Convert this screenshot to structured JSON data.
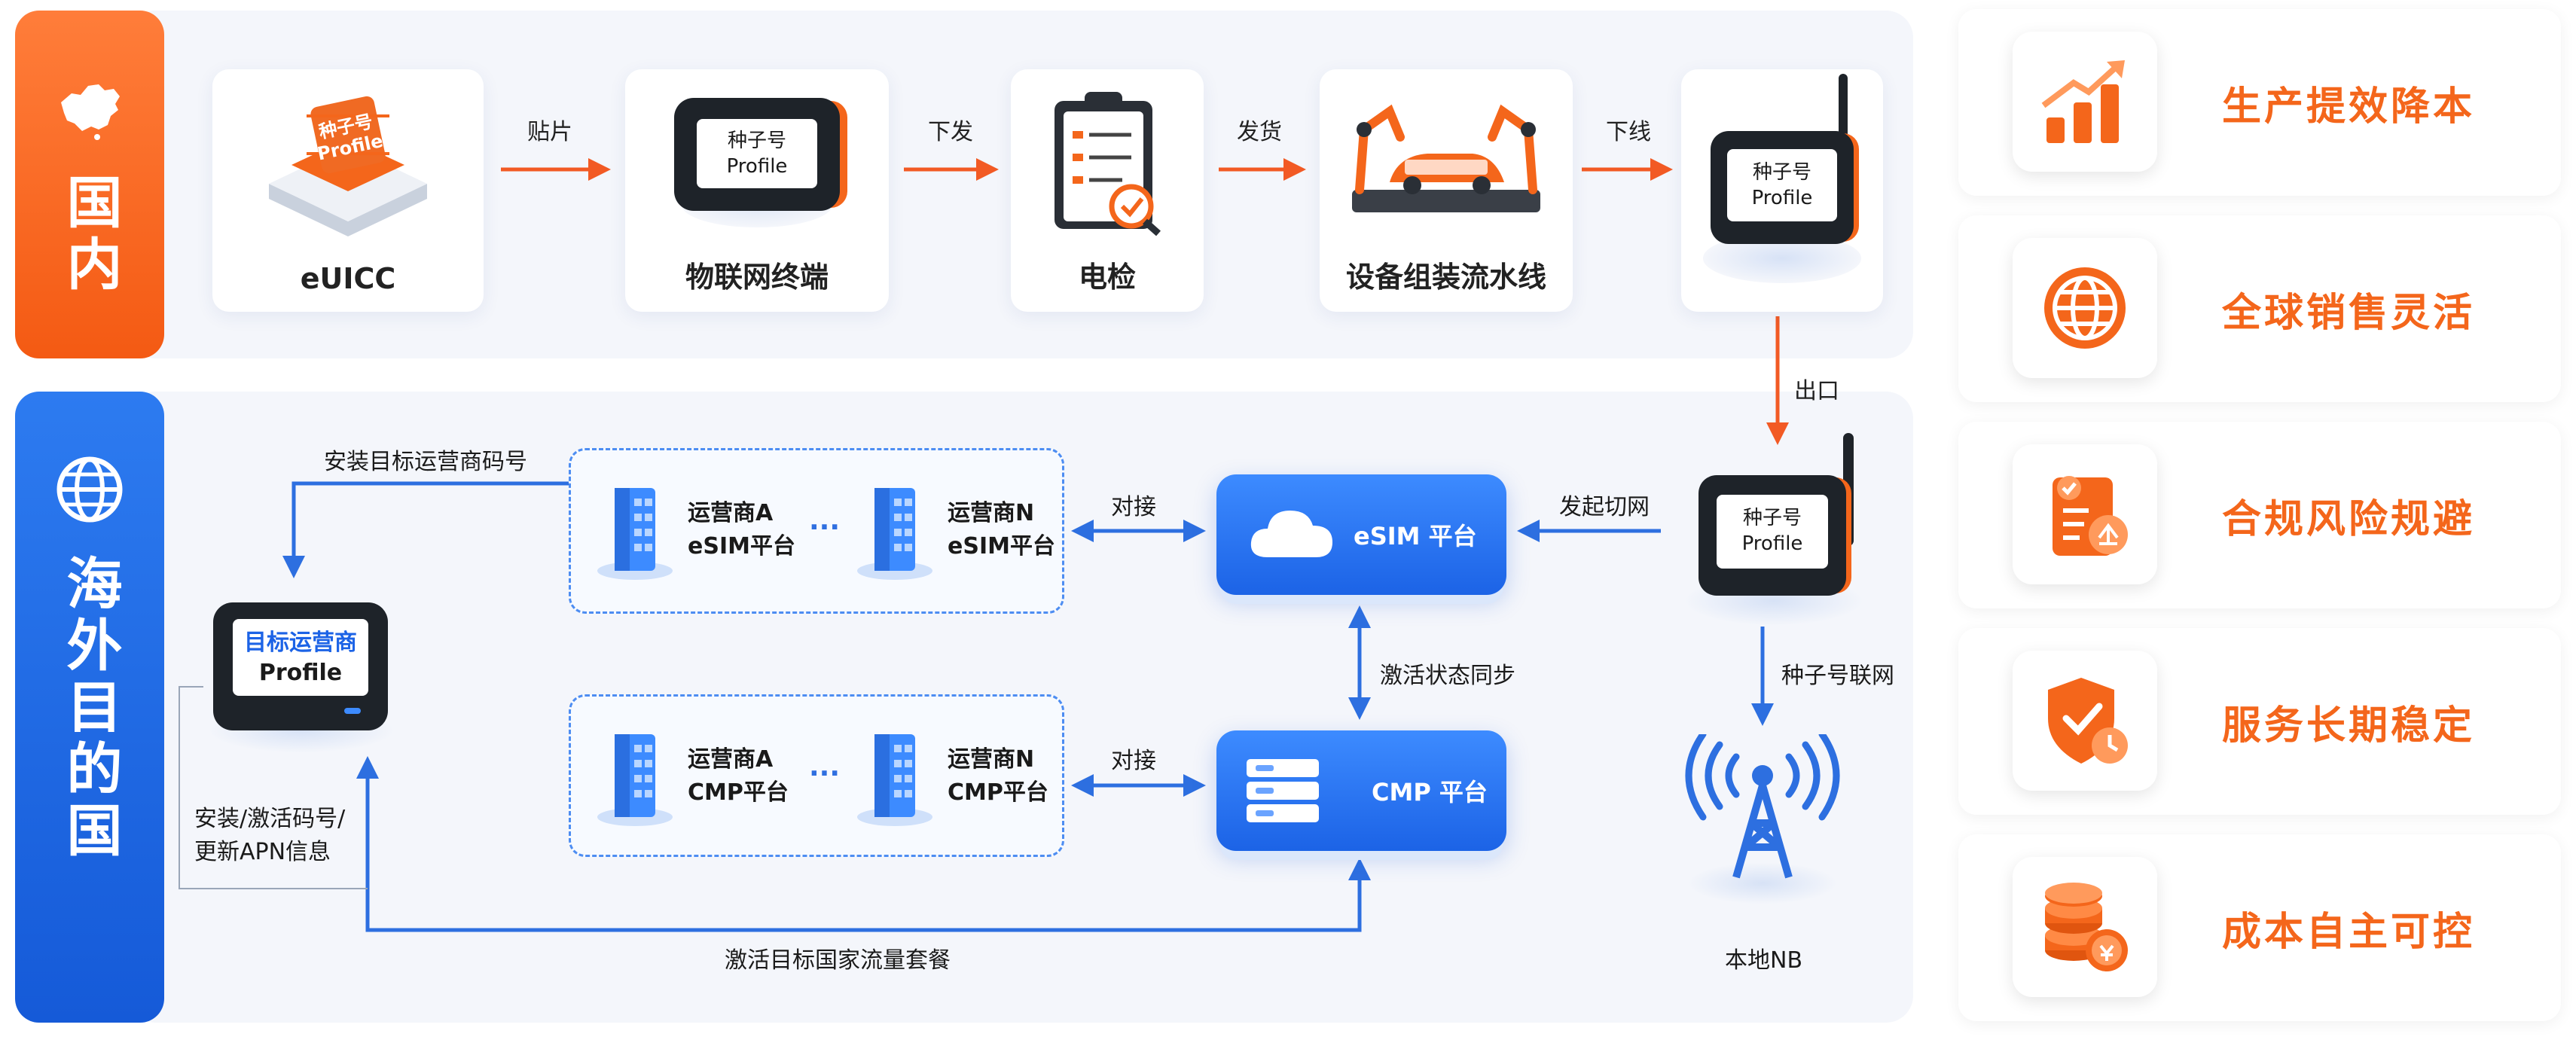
{
  "sections": {
    "domestic": "国内",
    "overseas": "海外目的国"
  },
  "domestic_flow": {
    "cards": [
      {
        "label": "eUICC",
        "chip_line1": "种子号",
        "chip_line2": "Profile"
      },
      {
        "label": "物联网终端",
        "screen_line1": "种子号",
        "screen_line2": "Profile"
      },
      {
        "label": "电检"
      },
      {
        "label": "设备组装流水线"
      },
      {
        "screen_line1": "种子号",
        "screen_line2": "Profile"
      }
    ],
    "arrows": [
      "贴片",
      "下发",
      "发货",
      "下线"
    ]
  },
  "export_label": "出口",
  "overseas_flow": {
    "device_screen_line1": "种子号",
    "device_screen_line2": "Profile",
    "initiate_switch": "发起切网",
    "seed_network": "种子号联网",
    "local_nb": "本地NB",
    "esim_platform": "eSIM 平台",
    "cmp_platform": "CMP 平台",
    "sync_label": "激活状态同步",
    "dock_label_1": "对接",
    "dock_label_2": "对接",
    "esim_group": {
      "op_a_line1": "运营商A",
      "op_a_line2": "eSIM平台",
      "op_n_line1": "运营商N",
      "op_n_line2": "eSIM平台",
      "dots": "···"
    },
    "cmp_group": {
      "op_a_line1": "运营商A",
      "op_a_line2": "CMP平台",
      "op_n_line1": "运营商N",
      "op_n_line2": "CMP平台",
      "dots": "···"
    },
    "install_code": "安装目标运营商码号",
    "target_device_line1": "目标运营商",
    "target_device_line2": "Profile",
    "install_activate_line1": "安装/激活码号/",
    "install_activate_line2": "更新APN信息",
    "activate_plan": "激活目标国家流量套餐"
  },
  "benefits": [
    {
      "text": "生产提效降本",
      "icon": "growth-chart-icon"
    },
    {
      "text": "全球销售灵活",
      "icon": "globe-icon"
    },
    {
      "text": "合规风险规避",
      "icon": "compliance-document-icon"
    },
    {
      "text": "服务长期稳定",
      "icon": "shield-check-icon"
    },
    {
      "text": "成本自主可控",
      "icon": "coins-icon"
    }
  ],
  "colors": {
    "orange": "#f4661b",
    "blue": "#1c63e6",
    "arrow_orange": "#f25a24",
    "arrow_blue": "#2d6fe0"
  }
}
